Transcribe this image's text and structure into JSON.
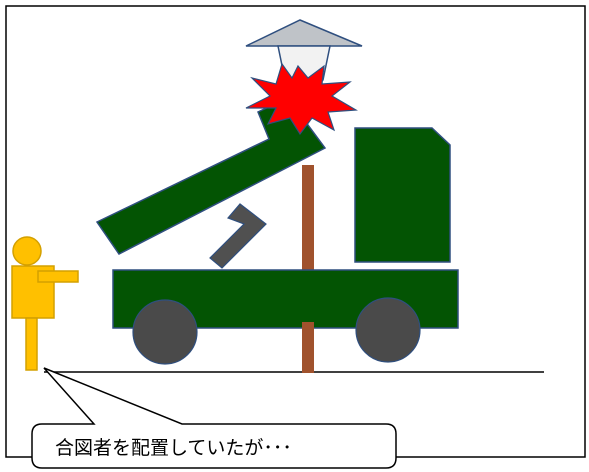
{
  "illustration": {
    "caption": "合図者を配置していたが･･･",
    "elements": {
      "signaler": "person-signaling",
      "truck": "boom-truck",
      "boom": "boom-arm",
      "utility_pole": "wooden-pole",
      "streetlight": "streetlight-lamp",
      "impact": "collision-burst"
    },
    "colors": {
      "truck_body": "#035403",
      "truck_outline": "#2f4f7f",
      "wheel": "#4a4a4a",
      "pole": "#a0522d",
      "impact": "#ff0000",
      "lamp_shade": "#bfc3c8",
      "person": "#ffc000",
      "person_outline": "#d4a000",
      "outrigger": "#505050",
      "ground": "#000000"
    }
  }
}
